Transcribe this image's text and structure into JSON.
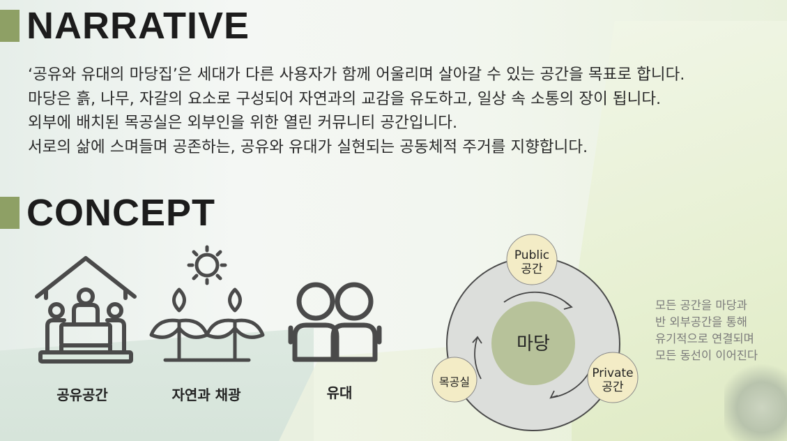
{
  "narrative": {
    "heading": "NARRATIVE",
    "lines": [
      "‘공유와 유대의 마당집’은 세대가 다른 사용자가 함께 어울리며 살아갈 수 있는 공간을 목표로 합니다.",
      "마당은 흙, 나무, 자갈의 요소로 구성되어 자연과의 교감을 유도하고, 일상 속 소통의 장이 됩니다.",
      "외부에 배치된 목공실은 외부인을 위한 열린 커뮤니티 공간입니다.",
      "서로의 삶에 스며들며 공존하는, 공유와 유대가 실현되는 공동체적 주거를 지향합니다."
    ]
  },
  "concept": {
    "heading": "CONCEPT",
    "icons": [
      {
        "name": "shared-space-icon",
        "label": "공유공간"
      },
      {
        "name": "nature-sunlight-icon",
        "label": "자연과 채광"
      },
      {
        "name": "bond-icon",
        "label": "유대"
      }
    ],
    "diagram": {
      "center": "마당",
      "public_line1": "Public",
      "public_line2": "공간",
      "private_line1": "Private",
      "private_line2": "공간",
      "workshop": "목공실"
    },
    "note_lines": [
      "모든 공간을 마당과",
      "반 외부공간을 통해",
      "유기적으로 연결되며",
      "모든 동선이 이어진다"
    ]
  },
  "colors": {
    "accent_bar": "#8ea065",
    "center_circle": "#b7c29a",
    "node_fill": "#f3ecc6",
    "ring": "#d9dbd8"
  }
}
